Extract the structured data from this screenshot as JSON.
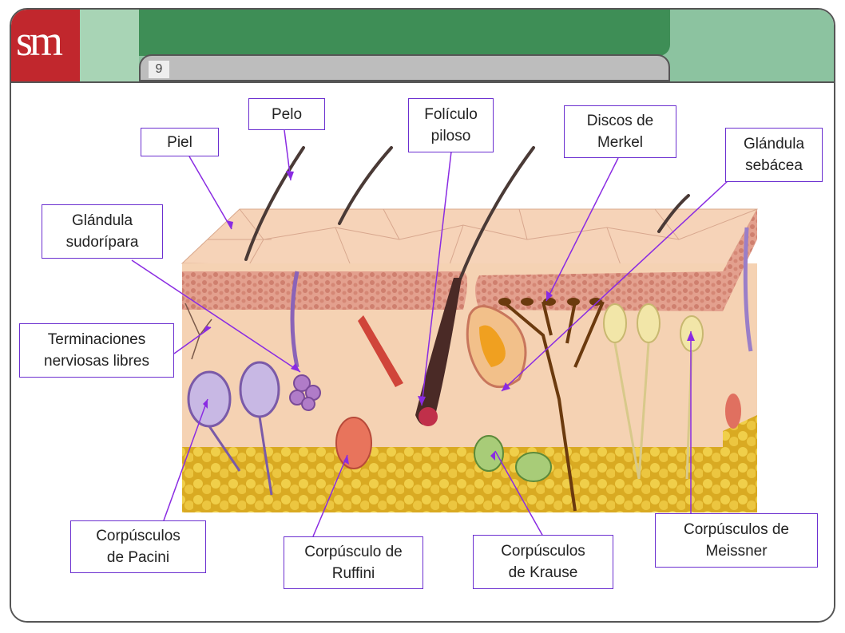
{
  "header": {
    "logo_text": "sm",
    "page_number": "9"
  },
  "labels": {
    "piel": "Piel",
    "pelo": "Pelo",
    "foliculo": "Folículo\npiloso",
    "merkel": "Discos de\nMerkel",
    "sebacea": "Glándula\nsebácea",
    "sudoripara": "Glándula\nsudorípara",
    "terminaciones": "Terminaciones\nnerviosas libres",
    "pacini": "Corpúsculos\nde Pacini",
    "ruffini": "Corpúsculo de\nRuffini",
    "krause": "Corpúsculos\nde Krause",
    "meissner": "Corpúsculos de\nMeissner"
  },
  "colors": {
    "pointer": "#8a2be2",
    "label_border": "#6b2fd0",
    "epidermis": "#f2c2a4",
    "dermis": "#f3cfae",
    "fat": "#e7c33c",
    "header_green": "#3e8e56",
    "logo_red": "#c1272d"
  }
}
